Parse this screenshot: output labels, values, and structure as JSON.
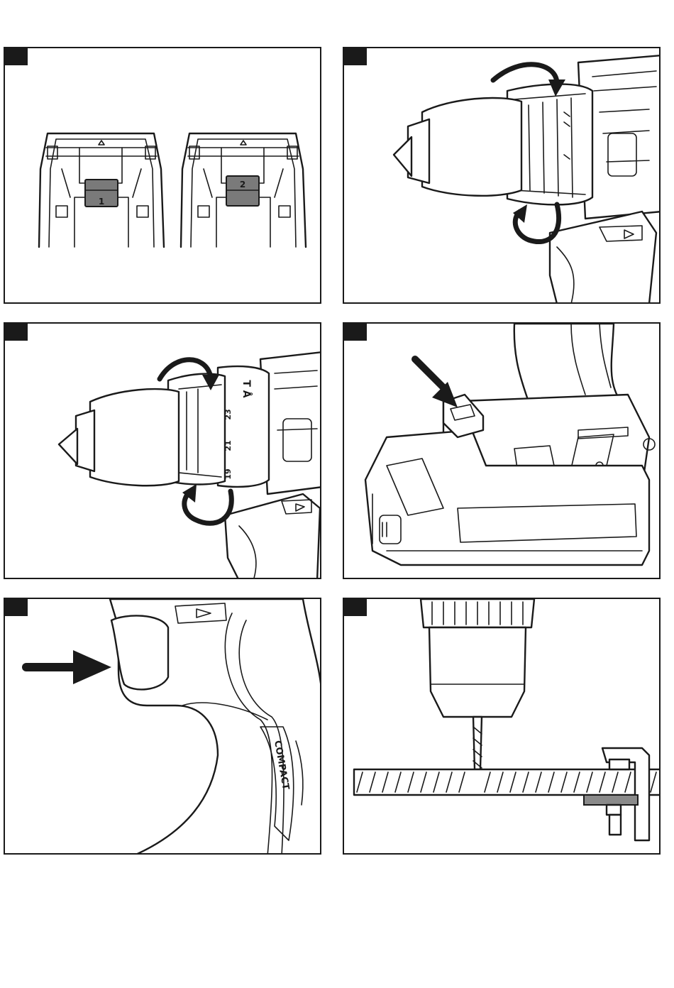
{
  "panels": [
    {
      "id": "A",
      "switch_labels": [
        "1",
        "2"
      ]
    },
    {
      "id": "B"
    },
    {
      "id": "C",
      "collar_numbers": [
        "19",
        "21",
        "23"
      ],
      "mode_symbols": "T Å"
    },
    {
      "id": "D"
    },
    {
      "id": "E",
      "grip_text": "COMPACT"
    },
    {
      "id": "F"
    }
  ],
  "colors": {
    "line": "#1a1a1a",
    "switch_fill": "#7a7a7a",
    "clamp_pad": "#8a8a8a"
  }
}
